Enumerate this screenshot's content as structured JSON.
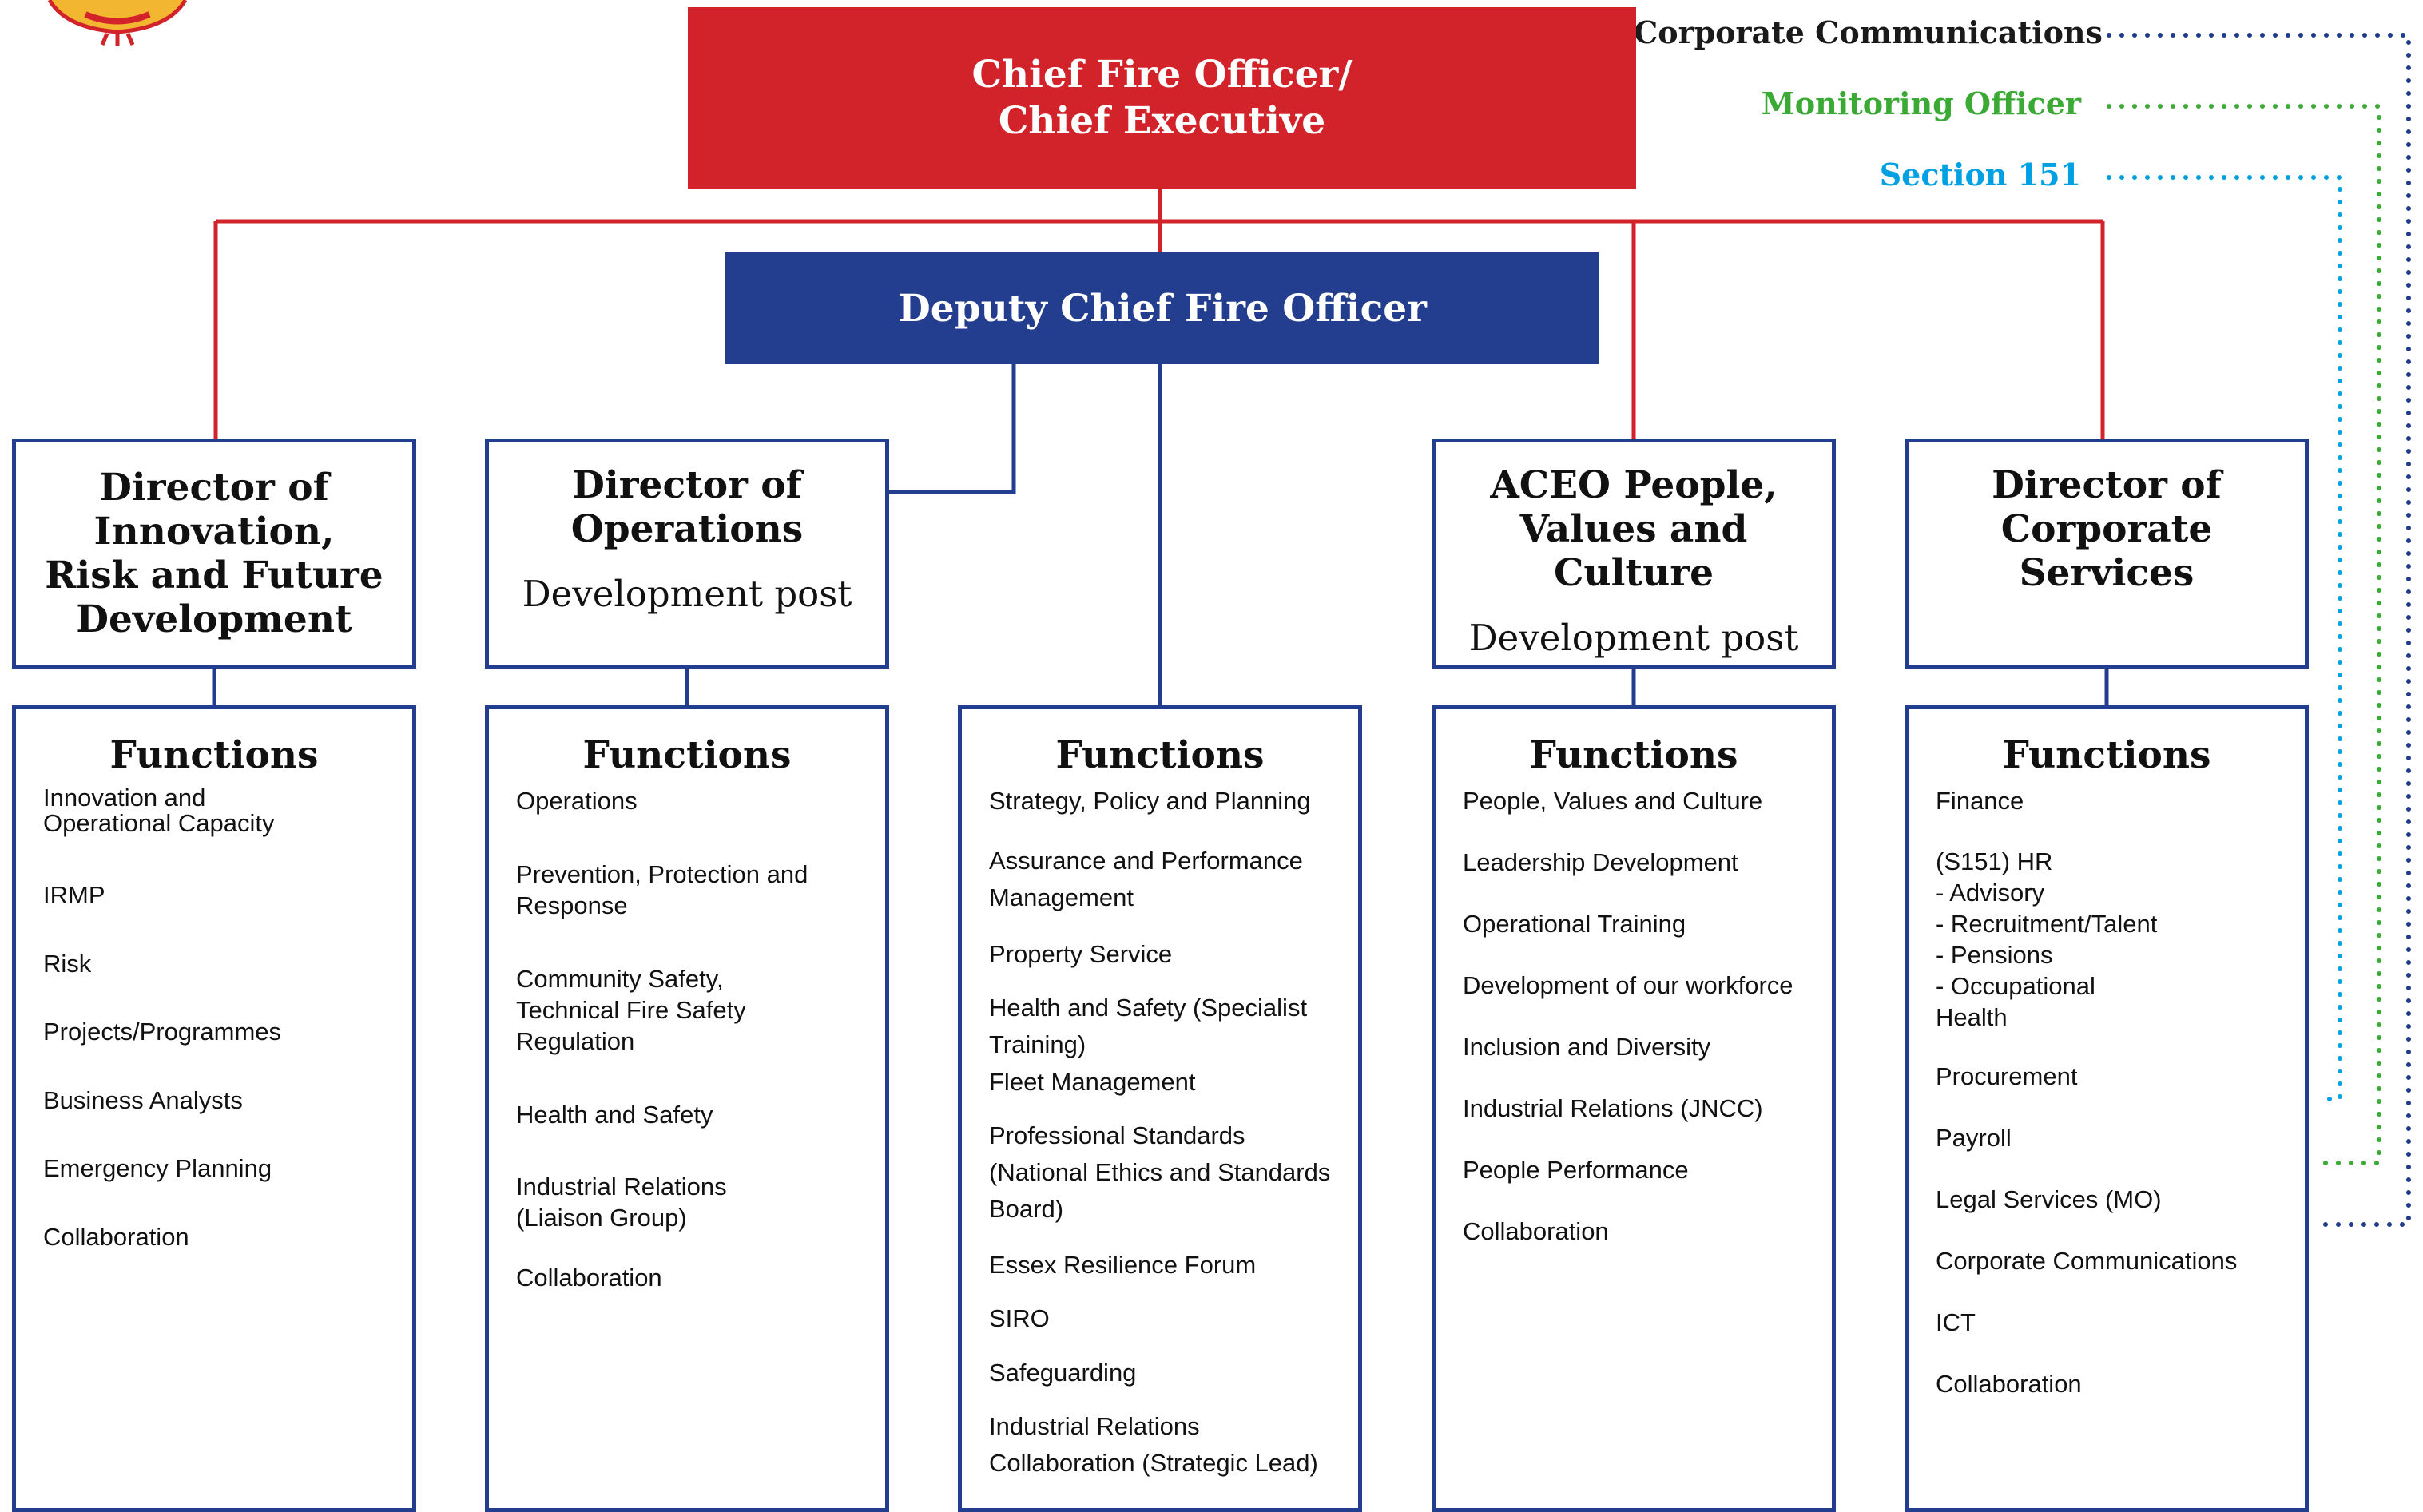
{
  "top_labels": {
    "corporate_communications": "Corporate Communications",
    "monitoring_officer": "Monitoring Officer",
    "section_151": "Section 151"
  },
  "chief": {
    "line1": "Chief Fire Officer/",
    "line2": "Chief Executive"
  },
  "deputy": "Deputy Chief Fire Officer",
  "directors": [
    {
      "lines": [
        "Director of",
        "Innovation,",
        "Risk and Future",
        "Development"
      ]
    },
    {
      "lines": [
        "Director of",
        "Operations"
      ],
      "note": "Development post"
    },
    {
      "lines": [
        "ACEO People,",
        "Values and Culture"
      ],
      "note": "Development post"
    },
    {
      "lines": [
        "Director of",
        "Corporate",
        "Services"
      ]
    }
  ],
  "functions_heading": "Functions",
  "functions": [
    {
      "items": [
        "Innovation and\nOperational Capacity",
        "IRMP",
        "Risk",
        "Projects/Programmes",
        "Business Analysts",
        "Emergency Planning",
        "Collaboration"
      ]
    },
    {
      "items": [
        "Operations",
        "Prevention, Protection and\nResponse",
        "Community Safety,\nTechnical Fire Safety\nRegulation",
        "Health and Safety",
        "Industrial Relations\n(Liaison Group)",
        "Collaboration"
      ]
    },
    {
      "items": [
        "Strategy, Policy and Planning",
        "Assurance and Performance\nManagement",
        "Property Service",
        "Health and Safety (Specialist\nTraining)",
        "Fleet Management",
        "Professional Standards\n(National Ethics and Standards\nBoard)",
        "Essex Resilience Forum",
        "SIRO",
        "Safeguarding",
        "Industrial Relations",
        "Collaboration (Strategic Lead)"
      ]
    },
    {
      "items": [
        "People, Values and Culture",
        "Leadership Development",
        "Operational Training",
        "Development of our workforce",
        "Inclusion and Diversity",
        "Industrial Relations (JNCC)",
        "People Performance",
        "Collaboration"
      ]
    },
    {
      "items": [
        "Finance",
        "(S151) HR\n- Advisory\n- Recruitment/Talent\n- Pensions\n- Occupational\n   Health",
        "Procurement",
        "Payroll",
        "Legal Services (MO)",
        "Corporate Communications",
        "ICT",
        "Collaboration"
      ]
    }
  ],
  "colors": {
    "red": "#d2232a",
    "navy": "#243e8f",
    "green": "#3aaa35",
    "cyan": "#00a0e3",
    "dotnavy": "#1f3b8c"
  }
}
